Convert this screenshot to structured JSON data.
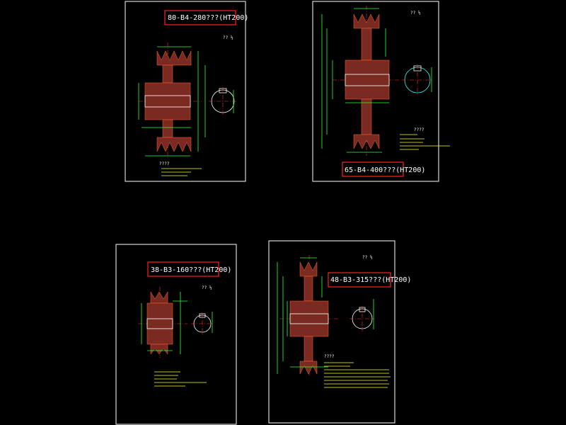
{
  "sheets": [
    {
      "title": "80-B4-280???(HT200)",
      "marker": "?? ⅓",
      "notes_header": "????"
    },
    {
      "title": "65-B4-400???(HT200)",
      "marker": "?? ⅓",
      "notes_header": "????"
    },
    {
      "title": "38-B3-160???(HT200)",
      "marker": "?? ⅓",
      "notes_header": ""
    },
    {
      "title": "48-B3-315???(HT200)",
      "marker": "?? ⅓",
      "notes_header": "????"
    }
  ],
  "colors": {
    "background": "#000000",
    "sheet_border": "#ffffff",
    "title_box": "#ff2020",
    "dimension": "#30ff30",
    "section_hatch": "#7a2a20",
    "centerline": "#ff3030",
    "note": "#ffff40"
  }
}
